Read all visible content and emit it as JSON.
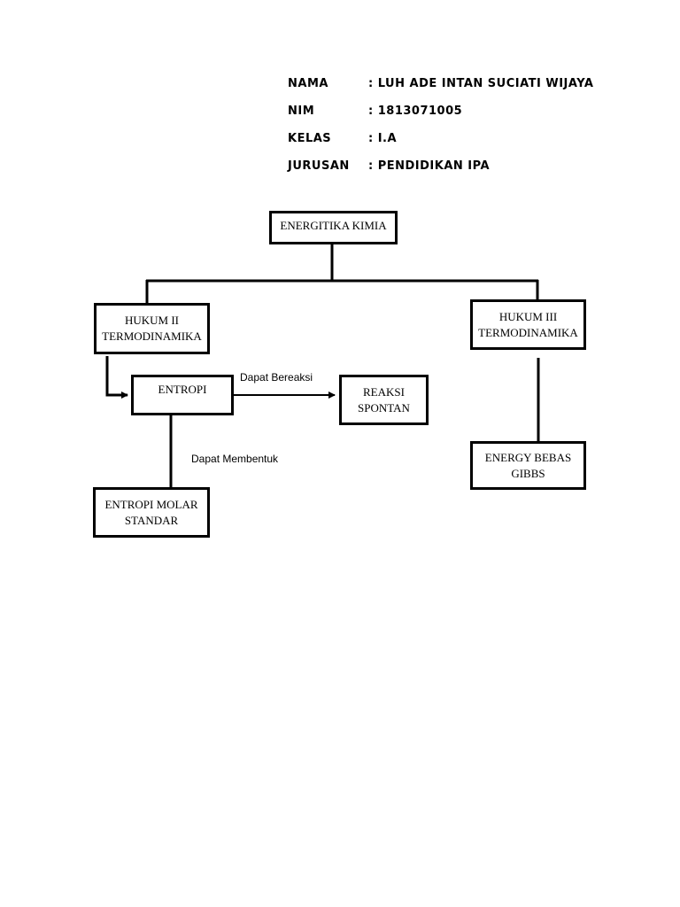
{
  "header": {
    "rows": [
      {
        "label": "NAMA",
        "value": ": LUH ADE INTAN SUCIATI WIJAYA"
      },
      {
        "label": "NIM",
        "value": ": 1813071005"
      },
      {
        "label": "KELAS",
        "value": ": I.A"
      },
      {
        "label": "JURUSAN",
        "value": ": PENDIDIKAN IPA"
      }
    ]
  },
  "diagram": {
    "nodes": {
      "root": "ENERGITIKA KIMIA",
      "hukum2": "HUKUM II\nTERMODINAMIKA",
      "hukum3": "HUKUM III\nTERMODINAMIKA",
      "entropi": "ENTROPI",
      "reaksi": "REAKSI\nSPONTAN",
      "entropi_molar": "ENTROPI MOLAR\nSTANDAR",
      "gibbs": "ENERGY BEBAS\nGIBBS"
    },
    "edge_labels": {
      "bereaksi": "Dapat Bereaksi",
      "membentuk": "Dapat Membentuk"
    }
  }
}
